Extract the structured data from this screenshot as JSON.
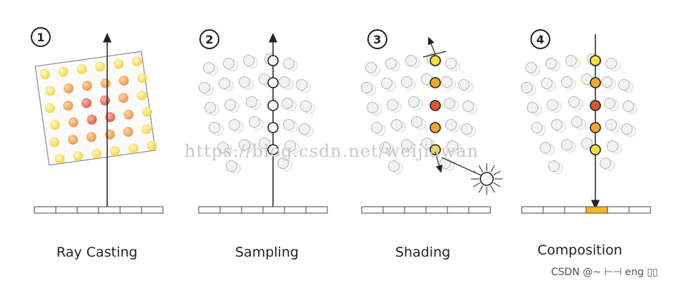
{
  "panels": [
    {
      "number": "1",
      "caption": "Ray Casting"
    },
    {
      "number": "2",
      "caption": "Sampling"
    },
    {
      "number": "3",
      "caption": "Shading"
    },
    {
      "number": "4",
      "caption": "Composition"
    }
  ],
  "watermark": "https://blog.csdn.net/weijiawan",
  "credit": "CSDN @~  ⊢⊣ eng   ▯▯",
  "colors": {
    "ghost_fill": "#f2f2f2",
    "ghost_stroke": "#b5b5b5",
    "sample_yellow": "#f7e13a",
    "sample_orange": "#f2a92b",
    "sample_red": "#e0542a",
    "pixel_highlight": "#f2b824",
    "ray": "#222222"
  }
}
